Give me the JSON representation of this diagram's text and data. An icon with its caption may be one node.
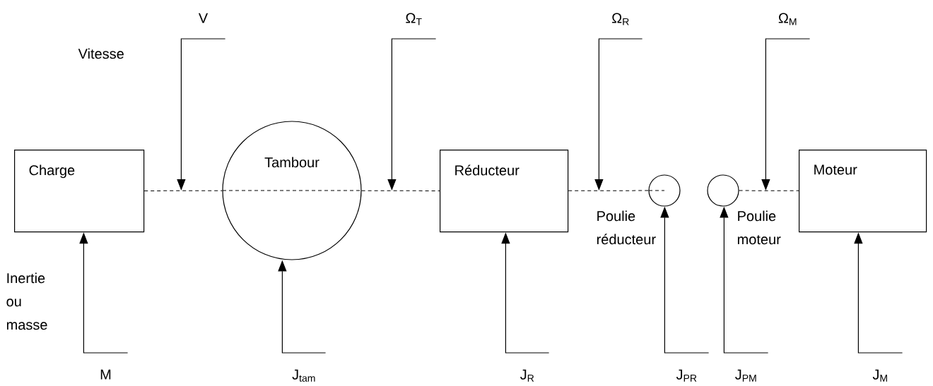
{
  "diagram": {
    "nodes": [
      {
        "text": [
          "Charge"
        ]
      },
      {
        "text": [
          "Tambour"
        ]
      },
      {
        "text": [
          "Réducteur"
        ]
      },
      {
        "text": [],
        "shape": "circle",
        "beside": [
          "Poulie réducteur"
        ]
      },
      {
        "text": [],
        "shape": "circle",
        "beside": [
          "Poulie moteur"
        ]
      },
      {
        "text": [
          "Moteur"
        ]
      },
      {
        "text": [
          "V"
        ]
      },
      {
        "text": [
          "Ω$_{T}$"
        ]
      },
      {
        "text": [
          "Ω$_{R}$"
        ]
      },
      {
        "text": [
          "Ω$_{M}$"
        ]
      },
      {
        "text": [
          "M"
        ]
      },
      {
        "text": [
          "J$_{tam}$"
        ]
      },
      {
        "text": [
          "J$_{R}$"
        ]
      },
      {
        "text": [
          "J$_{PR}$"
        ]
      },
      {
        "text": [
          "J$_{PM}$"
        ]
      },
      {
        "text": [
          "J$_{M}$"
        ]
      }
    ],
    "edges": [
      {
        "from": 0,
        "to": 1,
        "arrow": "none",
        "style": "dashed"
      },
      {
        "from": 1,
        "to": 2,
        "arrow": "none",
        "style": "dashed"
      },
      {
        "from": 2,
        "to": 3,
        "arrow": "none",
        "style": "dashed"
      },
      {
        "from": 4,
        "to": 5,
        "arrow": "none",
        "style": "dashed"
      },
      {
        "from": 6,
        "to": null,
        "arrow": "to"
      },
      {
        "from": 7,
        "to": null,
        "arrow": "to"
      },
      {
        "from": 8,
        "to": null,
        "arrow": "to"
      },
      {
        "from": 9,
        "to": null,
        "arrow": "to"
      },
      {
        "from": 10,
        "to": 0,
        "arrow": "to"
      },
      {
        "from": 11,
        "to": 1,
        "arrow": "to"
      },
      {
        "from": 12,
        "to": 2,
        "arrow": "to"
      },
      {
        "from": 13,
        "to": 3,
        "arrow": "to"
      },
      {
        "from": 14,
        "to": 4,
        "arrow": "to"
      },
      {
        "from": 15,
        "to": 5,
        "arrow": "to"
      }
    ],
    "labels": [
      "Vitesse",
      "Inertie ou masse"
    ]
  }
}
